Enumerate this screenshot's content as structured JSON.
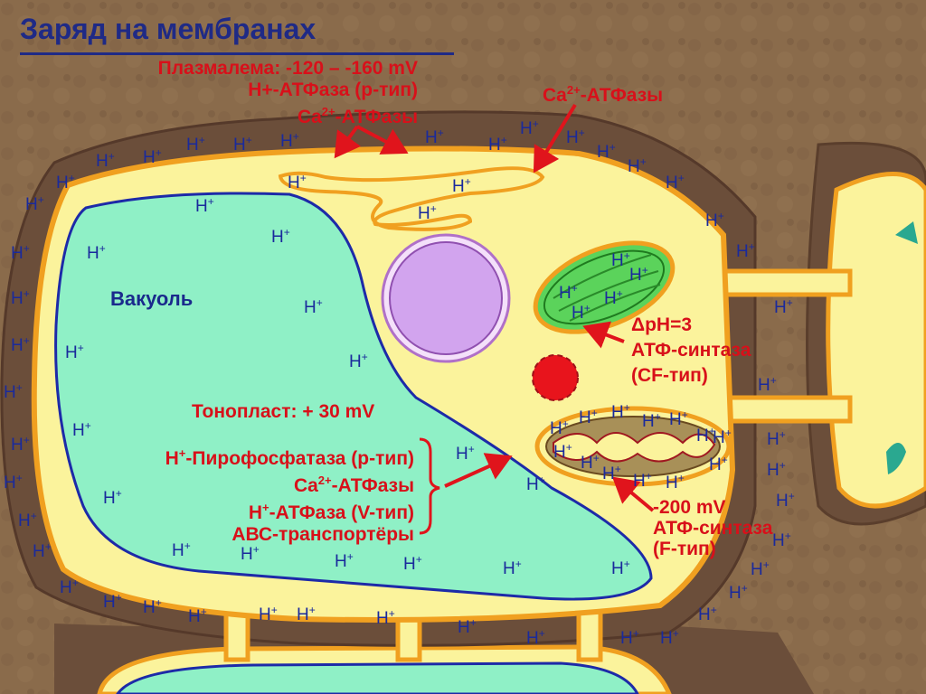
{
  "title": "Заряд на мембранах",
  "vacuole": "Вакуоль",
  "proton": {
    "h": "H",
    "plus": "+"
  },
  "plasmalemma": {
    "line1": "Плазмалема: -120 – -160 mV",
    "line2": "H+-АТФаза (р-тип)",
    "line3_pre": "Ca",
    "line3_sup": "2+",
    "line3_post": "-АТФазы"
  },
  "er_label": {
    "pre": "Ca",
    "sup": "2+",
    "post": "-АТФазы"
  },
  "chloroplast": {
    "line1": "ΔpH=3",
    "line2": "АТФ-синтаза",
    "line3": "(CF-тип)"
  },
  "tonoplast": {
    "line0": "Тонопласт: + 30 mV",
    "line1_pre": "H",
    "line1_sup": "+",
    "line1_post": "-Пирофосфатаза (р-тип)",
    "line2_pre": "Ca",
    "line2_sup": "2+",
    "line2_post": "-АТФазы",
    "line3_pre": "H",
    "line3_sup": "+",
    "line3_post": "-АТФаза (V-тип)",
    "line4": "АВС-транспортёры"
  },
  "mitochondrion": {
    "line1": "-200 mV",
    "line2": "АТФ-синтаза",
    "line3": "(F-тип)"
  },
  "colors": {
    "background": "#8a6a4a",
    "cell_wall": "#6b4e3a",
    "cytoplasm": "#fbf39c",
    "membrane": "#f0a020",
    "vacuole": "#8ff0c6",
    "tonoplast": "#1d2aa8",
    "nucleus": "#d2a4ee",
    "chloroplast": "#5bd35b",
    "mitochondrion": "#a89058",
    "red_label": "#d8101a",
    "title": "#1f2a86"
  }
}
